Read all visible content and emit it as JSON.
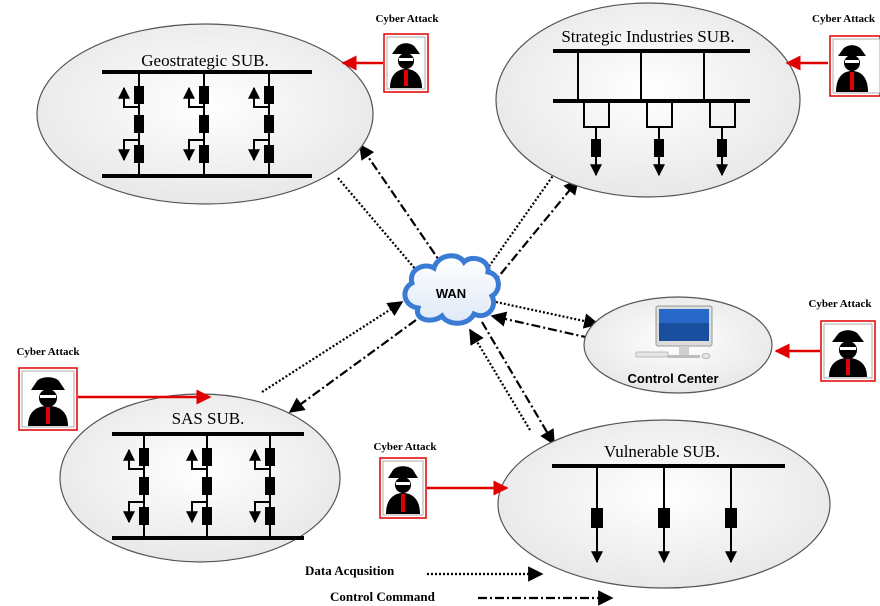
{
  "substations": {
    "geo": {
      "title": "Geostrategic SUB."
    },
    "strategic": {
      "title": "Strategic Industries SUB."
    },
    "sas": {
      "title": "SAS SUB."
    },
    "vulnerable": {
      "title": "Vulnerable SUB."
    }
  },
  "wan": {
    "label": "WAN"
  },
  "control_center": {
    "label": "Control Center"
  },
  "attacks": {
    "geo": "Cyber Attack",
    "strategic": "Cyber Attack",
    "control": "Cyber Attack",
    "sas": "Cyber Attack",
    "vulnerable": "Cyber Attack"
  },
  "legend": {
    "data": "Data Acqusition",
    "control": "Control Command"
  },
  "colors": {
    "attack_arrow": "#e00000",
    "attack_frame": "#e00000",
    "wan_cloud": "#3a7bd5",
    "ellipse_fill": "#f4f4f4"
  }
}
